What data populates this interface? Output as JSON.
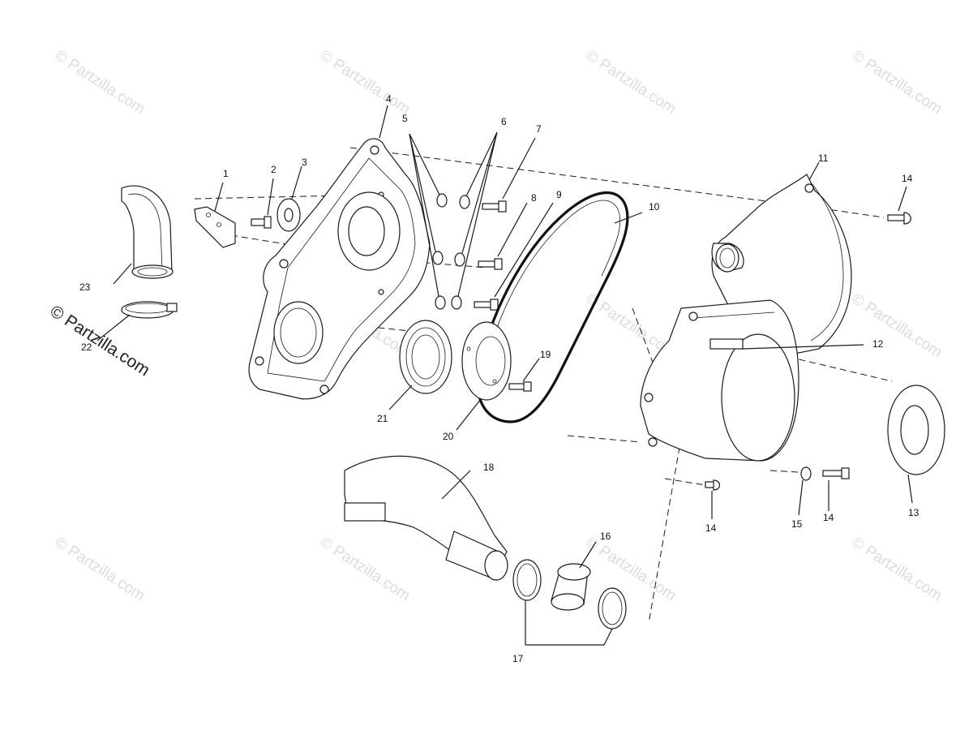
{
  "watermark": {
    "text": "© Partzilla.com",
    "repeat": [
      "© Partzilla.com",
      "© Partzilla.com",
      "© Partzilla.com",
      "© Partzilla.com",
      "© Partzilla.com",
      "© Partzilla.com",
      "© Partzilla.com",
      "© Partzilla.com",
      "© Partzilla.com",
      "© Partzilla.com",
      "© Partzilla.com",
      "© Partzilla.com"
    ]
  },
  "brand_mark": "© Partzilla.com",
  "callouts": [
    "1",
    "2",
    "3",
    "4",
    "5",
    "6",
    "7",
    "8",
    "9",
    "10",
    "11",
    "12",
    "13",
    "14",
    "14",
    "14",
    "15",
    "16",
    "17",
    "18",
    "19",
    "20",
    "21",
    "22",
    "23"
  ],
  "colors": {
    "line": "#1a1a1a",
    "watermark": "#dcdcdc",
    "background": "#ffffff"
  }
}
